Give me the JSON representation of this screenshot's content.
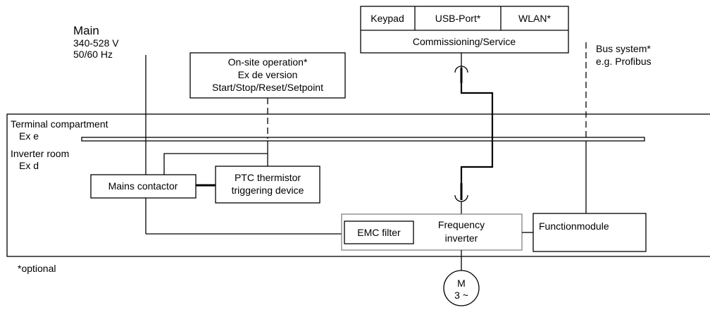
{
  "mains": {
    "title": "Main",
    "voltage": "340-528 V",
    "frequency": "50/60 Hz"
  },
  "service_box": {
    "keypad": "Keypad",
    "usb": "USB-Port*",
    "wlan": "WLAN*",
    "label": "Commissioning/Service"
  },
  "onsite": {
    "line1": "On-site operation*",
    "line2": "Ex de version",
    "line3": "Start/Stop/Reset/Setpoint"
  },
  "bus": {
    "line1": "Bus system*",
    "line2": "e.g. Profibus"
  },
  "compartment": {
    "terminal_line1": "Terminal compartment",
    "terminal_line2": "Ex e",
    "inverter_line1": "Inverter room",
    "inverter_line2": "Ex d"
  },
  "mains_contactor": "Mains contactor",
  "ptc": {
    "line1": "PTC thermistor",
    "line2": "triggering device"
  },
  "emc_filter": "EMC filter",
  "inverter": {
    "line1": "Frequency",
    "line2": "inverter"
  },
  "function_module": "Functionmodule",
  "motor": {
    "line1": "M",
    "line2": "3 ~"
  },
  "footnote": "*optional"
}
